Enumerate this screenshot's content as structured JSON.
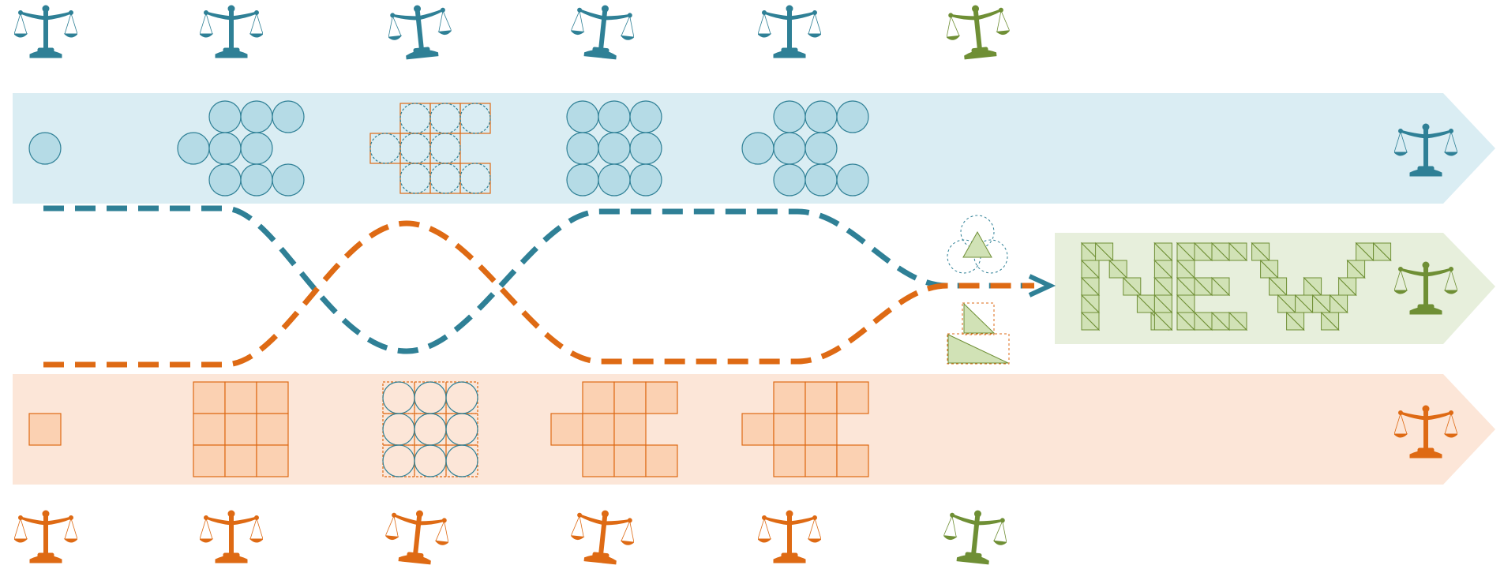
{
  "colors": {
    "blue": "#2f8096",
    "blue_band": "#daedf3",
    "blue_fill": "#b5dbe6",
    "orange": "#de6a14",
    "orange_band": "#fce6d8",
    "orange_fill": "#fbd1b2",
    "green": "#6f8f35",
    "green_band": "#e7efdc",
    "green_fill": "#d1e2b6"
  },
  "icons": {
    "scale": "balance-scale-icon",
    "arrow": "arrow-head-icon"
  },
  "top_scales": [
    {
      "color": "blue",
      "tilt": 0
    },
    {
      "color": "blue",
      "tilt": 0
    },
    {
      "color": "blue",
      "tilt": -1
    },
    {
      "color": "blue",
      "tilt": 1
    },
    {
      "color": "blue",
      "tilt": 0
    },
    {
      "color": "green",
      "tilt": -1
    }
  ],
  "bottom_scales": [
    {
      "color": "orange",
      "tilt": 0
    },
    {
      "color": "orange",
      "tilt": 0
    },
    {
      "color": "orange",
      "tilt": 1
    },
    {
      "color": "orange",
      "tilt": 1
    },
    {
      "color": "orange",
      "tilt": 0
    },
    {
      "color": "green",
      "tilt": 1
    }
  ],
  "top_band_patterns": [
    "single-circle",
    "offset-circles",
    "circles-in-offset-squares",
    "grid-circles",
    "offset-circles"
  ],
  "bottom_band_patterns": [
    "single-square",
    "grid-squares",
    "circles-in-grid-squares",
    "offset-squares",
    "offset-squares"
  ],
  "new_label": "NEW"
}
